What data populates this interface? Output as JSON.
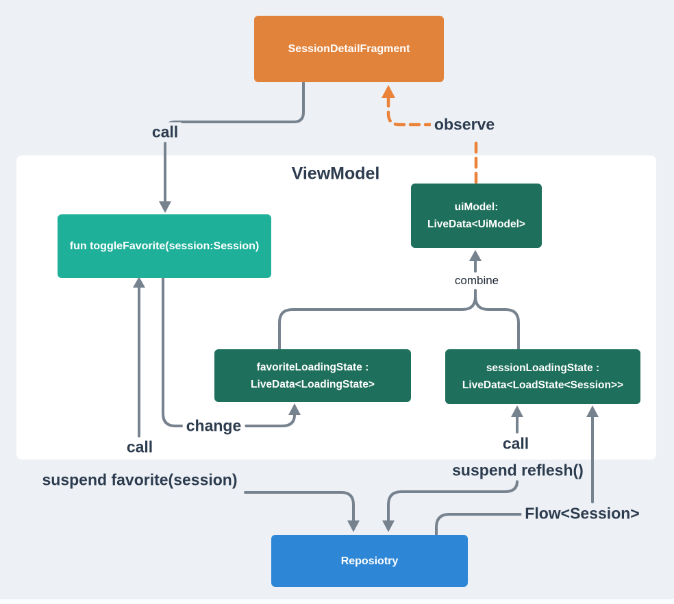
{
  "title": "ViewModel",
  "colors": {
    "background": "#edf1f5",
    "panel": "#ffffff",
    "fragment_orange": "#e2833c",
    "function_teal": "#1fb09a",
    "livedata_green": "#1e6f5b",
    "repository_blue": "#2e87d6",
    "line_gray": "#77828f",
    "observe_orange": "#ea8339",
    "label_text": "#2c3b4e"
  },
  "nodes": {
    "fragment": {
      "label": "SessionDetailFragment"
    },
    "toggle_favorite": {
      "label": "fun toggleFavorite(session:Session)"
    },
    "ui_model": {
      "line1": "uiModel:",
      "line2": "LiveData<UiModel>"
    },
    "favorite_loading_state": {
      "line1": "favoriteLoadingState :",
      "line2": "LiveData<LoadingState>"
    },
    "session_loading_state": {
      "line1": "sessionLoadingState :",
      "line2": "LiveData<LoadState<Session>>"
    },
    "repository": {
      "label": "Reposiotry"
    }
  },
  "labels": {
    "call_top": "call",
    "observe": "observe",
    "combine": "combine",
    "change": "change",
    "call_left": "call",
    "suspend_favorite": "suspend favorite(session)",
    "call_right": "call",
    "suspend_reflesh": "suspend reflesh()",
    "flow_session": "Flow<Session>"
  }
}
